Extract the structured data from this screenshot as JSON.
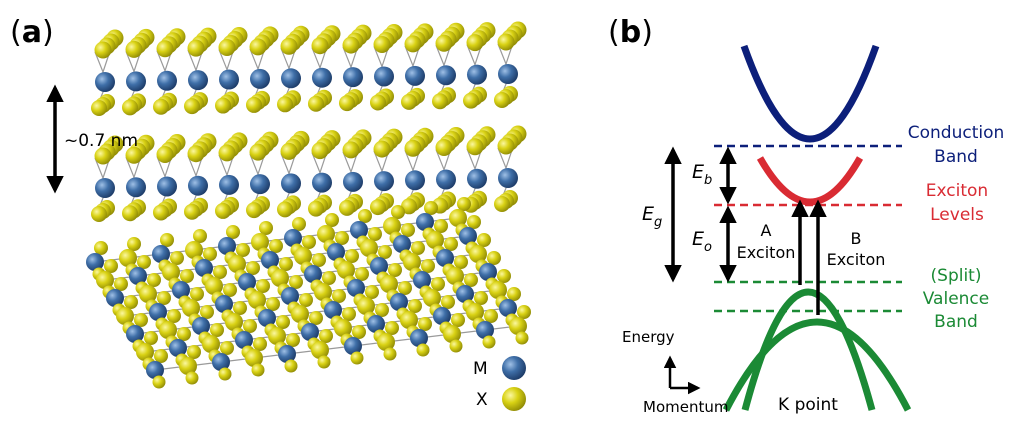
{
  "panel_a": {
    "label": "(a)",
    "label_letter": "a",
    "spacing": "~0.7 nm",
    "legend": [
      {
        "symbol": "M",
        "color": "#2f5f96"
      },
      {
        "symbol": "X",
        "color": "#d6cf12"
      }
    ]
  },
  "panel_b": {
    "label": "(b)",
    "label_letter": "b",
    "levels": {
      "conduction": [
        "Conduction",
        "Band"
      ],
      "exciton": [
        "Exciton",
        "Levels"
      ],
      "valence": [
        "(Split)",
        "Valence",
        "Band"
      ]
    },
    "energies": {
      "gap": {
        "sym": "E",
        "sub": "g"
      },
      "binding": {
        "sym": "E",
        "sub": "b"
      },
      "optical": {
        "sym": "E",
        "sub": "o"
      }
    },
    "excitons": {
      "a": [
        "A",
        "Exciton"
      ],
      "b": [
        "B",
        "Exciton"
      ]
    },
    "axes": {
      "energy": "Energy",
      "momentum": "Momentum"
    },
    "k_point": "K point"
  },
  "colors": {
    "metal": "#2f5f96",
    "chalcogen": "#d6cf12",
    "conduction": "#0c1f7a",
    "exciton": "#d92b33",
    "valence": "#1b8a35",
    "arrow": "#000000"
  }
}
